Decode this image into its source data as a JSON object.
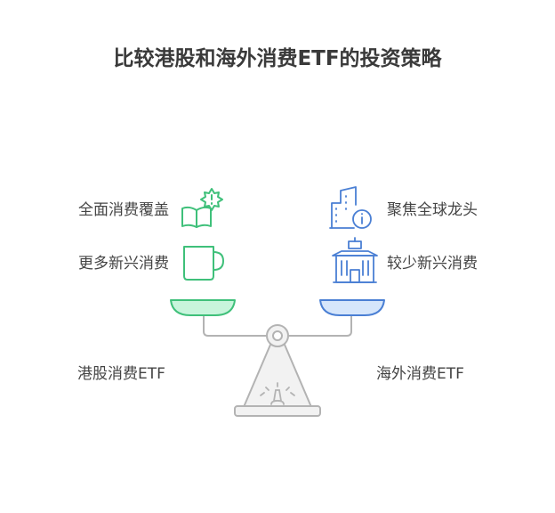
{
  "title": "比较港股和海外消费ETF的投资策略",
  "left": {
    "name": "港股消费ETF",
    "features": [
      {
        "text": "全面消费覆盖",
        "icon": "open-book-alert-icon"
      },
      {
        "text": "更多新兴消费",
        "icon": "mug-icon"
      }
    ],
    "pan_color": "#c8f5dc",
    "icon_color": "#3fc07a"
  },
  "right": {
    "name": "海外消费ETF",
    "features": [
      {
        "text": "聚焦全球龙头",
        "icon": "building-info-icon"
      },
      {
        "text": "较少新兴消费",
        "icon": "government-building-icon"
      }
    ],
    "pan_color": "#d6e6fb",
    "icon_color": "#4a7fd4"
  },
  "scale_color": "#b3b3b3"
}
